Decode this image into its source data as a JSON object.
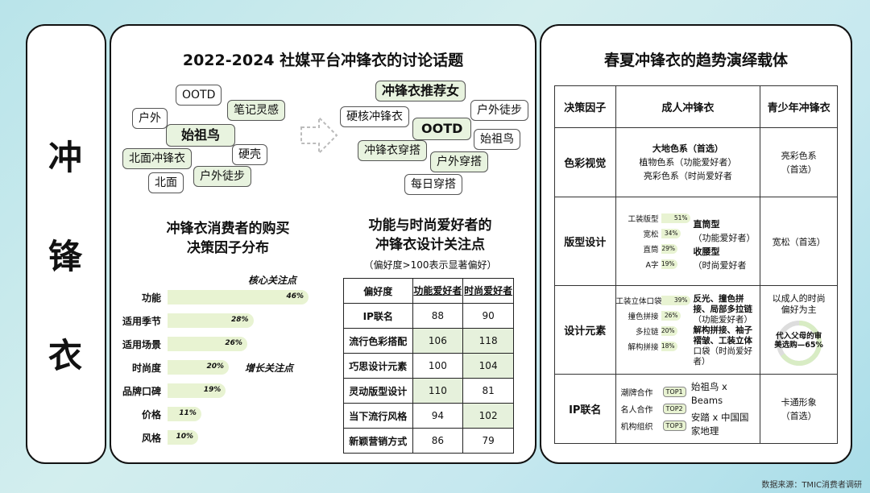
{
  "side": {
    "chars": [
      "冲",
      "锋",
      "衣"
    ]
  },
  "topics": {
    "title": "2022-2024 社媒平台冲锋衣的讨论话题",
    "left_chips": [
      "OOTD",
      "户外",
      "笔记灵感",
      "始祖鸟",
      "北面冲锋衣",
      "硬壳",
      "北面",
      "户外徒步"
    ],
    "right_chips": [
      "冲锋衣推荐女",
      "硬核冲锋衣",
      "户外徒步",
      "OOTD",
      "始祖鸟",
      "冲锋衣穿搭",
      "户外穿搭",
      "每日穿搭"
    ]
  },
  "factors": {
    "title_line1": "冲锋衣消费者的购买",
    "title_line2": "决策因子分布",
    "core_label": "核心关注点",
    "growth_label": "增长关注点",
    "rows": [
      {
        "label": "功能",
        "value": 46,
        "text": "46%"
      },
      {
        "label": "适用季节",
        "value": 28,
        "text": "28%"
      },
      {
        "label": "适用场景",
        "value": 26,
        "text": "26%"
      },
      {
        "label": "时尚度",
        "value": 20,
        "text": "20%"
      },
      {
        "label": "品牌口碑",
        "value": 19,
        "text": "19%"
      },
      {
        "label": "价格",
        "value": 11,
        "text": "11%"
      },
      {
        "label": "风格",
        "value": 10,
        "text": "10%"
      }
    ]
  },
  "design": {
    "title_line1": "功能与时尚爱好者的",
    "title_line2": "冲锋衣设计关注点",
    "subtitle": "（偏好度>100表示显著偏好）",
    "headers": [
      "偏好度",
      "功能爱好者",
      "时尚爱好者"
    ],
    "rows": [
      {
        "label": "IP联名",
        "a": "88",
        "b": "90",
        "a_hl": false,
        "b_hl": false
      },
      {
        "label": "流行色彩搭配",
        "a": "106",
        "b": "118",
        "a_hl": true,
        "b_hl": true
      },
      {
        "label": "巧思设计元素",
        "a": "100",
        "b": "104",
        "a_hl": false,
        "b_hl": true
      },
      {
        "label": "灵动版型设计",
        "a": "110",
        "b": "81",
        "a_hl": true,
        "b_hl": false
      },
      {
        "label": "当下流行风格",
        "a": "94",
        "b": "102",
        "a_hl": false,
        "b_hl": true
      },
      {
        "label": "新颖营销方式",
        "a": "86",
        "b": "79",
        "a_hl": false,
        "b_hl": false
      }
    ]
  },
  "trends": {
    "title": "春夏冲锋衣的趋势演绎载体",
    "headers": [
      "决策因子",
      "成人冲锋衣",
      "青少年冲锋衣"
    ],
    "color": {
      "label": "色彩视觉",
      "adult": [
        "大地色系（首选）",
        "植物色系（功能爱好者）",
        "亮彩色系（时尚爱好者"
      ],
      "youth": [
        "亮彩色系",
        "（首选）"
      ]
    },
    "fit": {
      "label": "版型设计",
      "bars": [
        {
          "name": "工装版型",
          "text": "51%",
          "value": 51
        },
        {
          "name": "宽松",
          "text": "34%",
          "value": 34
        },
        {
          "name": "直筒",
          "text": "29%",
          "value": 29
        },
        {
          "name": "A字",
          "text": "19%",
          "value": 19
        }
      ],
      "notes": [
        "直筒型",
        "（功能爱好者）",
        "收腰型",
        "（时尚爱好者"
      ],
      "youth": "宽松（首选）"
    },
    "elements": {
      "label": "设计元素",
      "bars": [
        {
          "name": "工装立体口袋",
          "text": "39%",
          "value": 39
        },
        {
          "name": "撞色拼接",
          "text": "26%",
          "value": 26
        },
        {
          "name": "多拉链",
          "text": "20%",
          "value": 20
        },
        {
          "name": "解构拼接",
          "text": "18%",
          "value": 18
        }
      ],
      "notes": [
        "反光、撞色拼",
        "接、局部多拉链",
        "（功能爱好者）",
        "解构拼接、袖子",
        "褶皱、工装立体",
        "口袋（时尚爱好",
        "者）"
      ],
      "youth_line1": "以成人的时尚",
      "youth_line2": "偏好为主",
      "donut_text": "代入父母的审美选购—65%",
      "donut_value": 65
    },
    "ip": {
      "label": "IP联名",
      "rows": [
        {
          "type": "潮牌合作",
          "rank": "TOP1"
        },
        {
          "type": "名人合作",
          "rank": "TOP2"
        },
        {
          "type": "机构组织",
          "rank": "TOP3"
        }
      ],
      "notes": [
        "始祖鸟 x Beams",
        "安踏 x 中国国",
        "家地理"
      ],
      "youth": [
        "卡通形象",
        "（首选）"
      ]
    }
  },
  "footnote": "数据来源：TMIC消费者调研",
  "colors": {
    "accent_green": "#e6f1dc",
    "bar_green": "#e8f3d2"
  }
}
